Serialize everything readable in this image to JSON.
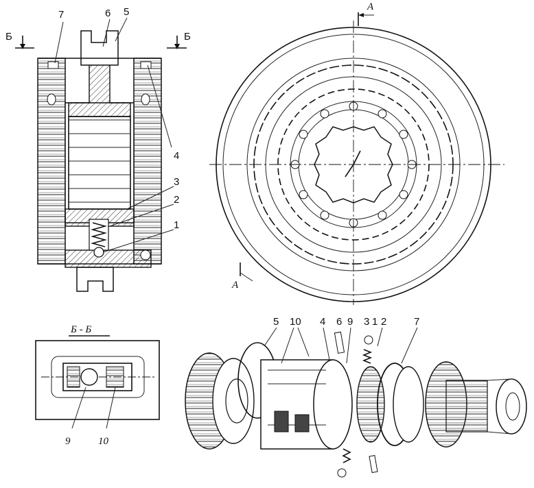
{
  "section_view": {
    "labels": [
      "1",
      "2",
      "3",
      "4",
      "5",
      "6",
      "7"
    ],
    "cut_markers": [
      "Б",
      "Б"
    ]
  },
  "front_view": {
    "cut_markers": [
      "A",
      "A"
    ]
  },
  "section_bb": {
    "title": "Б - Б",
    "labels": [
      "9",
      "10"
    ]
  },
  "exploded_view": {
    "labels": [
      "5",
      "10",
      "4",
      "6",
      "9",
      "3",
      "1",
      "2",
      "7"
    ]
  }
}
